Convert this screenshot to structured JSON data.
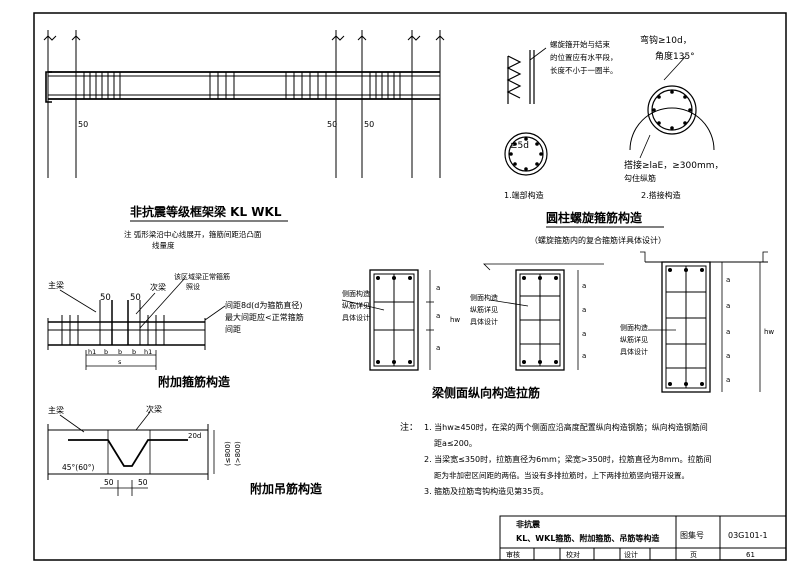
{
  "beam": {
    "dims": [
      "50",
      "50",
      "50"
    ],
    "title": "非抗震等级框架梁 KL WKL",
    "note_line1": "注  弧形梁沿中心线展开，箍筋间距沿凸面",
    "note_line2": "线量度"
  },
  "spiral": {
    "note_line1": "螺旋箍开始与结束",
    "note_line2": "的位置应有水平段，",
    "note_line3": "长度不小于一圈半。",
    "bend_label1": "弯钩≥10d，",
    "bend_label2": "角度135°",
    "circle_label": "≥5d",
    "caption1": "1.端部构造",
    "overlap_label1": "搭接≥laE，≥300mm，",
    "overlap_label2": "勾住纵筋",
    "caption2": "2.搭接构造",
    "title": "圆柱螺旋箍筋构造",
    "subtitle": "（螺旋箍筋内的复合箍筋详具体设计）"
  },
  "stirrup": {
    "main_beam": "主梁",
    "secondary_beam": "次梁",
    "dim1": "50",
    "dim2": "50",
    "note1": "该区域梁正常箍筋",
    "note2": "照设",
    "spacing1": "间距8d(d为箍筋直径)",
    "spacing2": "最大间距应<正常箍筋",
    "spacing3": "间距",
    "bottom_labels": [
      "h1",
      "b",
      "b",
      "b",
      "h1"
    ],
    "s_label": "s",
    "title": "附加箍筋构造"
  },
  "section": {
    "side_note1": "侧面构造",
    "side_note2": "纵筋详见",
    "side_note3": "具体设计",
    "a": "a",
    "hw": "hw",
    "title": "梁侧面纵向构造拉筋"
  },
  "hanger": {
    "main_beam": "主梁",
    "secondary_beam": "次梁",
    "d20": "20d",
    "h800": "(≤800)",
    "h800b": "(>800)",
    "angle": "45°(60°)",
    "dim1": "50",
    "dim2": "50",
    "title": "附加吊筋构造"
  },
  "notes": {
    "lead": "注：",
    "n1a": "1. 当hw≥450时，在梁的两个侧面应沿高度配置纵向构造钢筋；纵向构造钢筋间",
    "n1b": "距a≤200。",
    "n2a": "2. 当梁宽≤350时，拉筋直径为6mm；梁宽>350时，拉筋直径为8mm。拉筋间",
    "n2b": "距为非加密区间距的两倍。当设有多排拉筋时，上下两排拉筋竖向错开设置。",
    "n3": "3. 箍筋及拉筋弯钩构造见第35页。"
  },
  "titleblock": {
    "line1": "非抗震",
    "line2": "KL、WKL箍筋、附加箍筋、吊筋等构造",
    "fig_no_label": "图集号",
    "fig_no": "03G101-1",
    "review": "审核",
    "check": "校对",
    "design": "设计",
    "page_label": "页",
    "page": "61"
  }
}
